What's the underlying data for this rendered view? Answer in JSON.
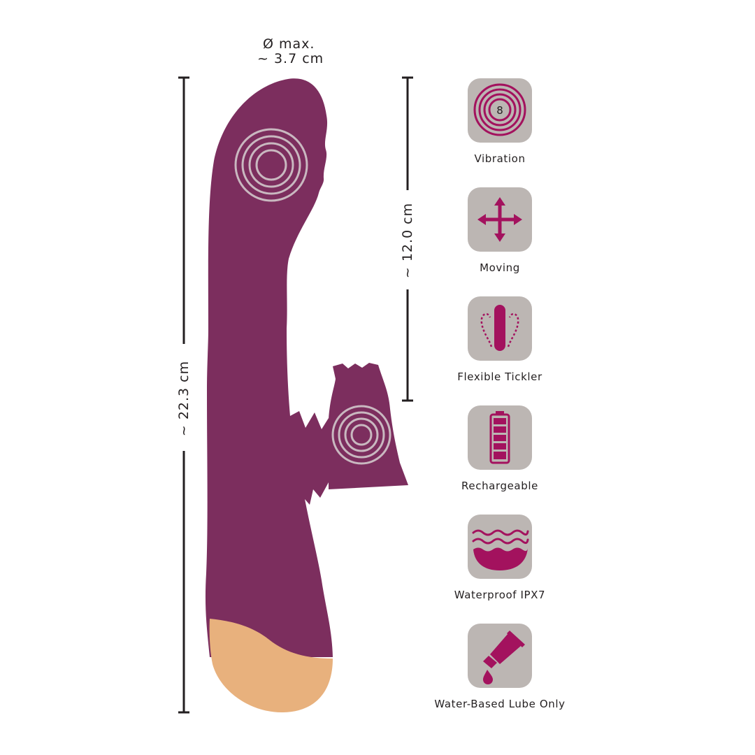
{
  "dimensions": {
    "diameter_line1": "Ø max.",
    "diameter_line2": "~  3.7 cm",
    "total_length": "~ 22.3 cm",
    "insertable_length": "~ 12.0 cm"
  },
  "features": [
    {
      "label": "Vibration",
      "icon": "vibration-rings-icon",
      "badge": "8"
    },
    {
      "label": "Moving",
      "icon": "four-way-arrows-icon"
    },
    {
      "label": "Flexible Tickler",
      "icon": "flexible-tickler-icon"
    },
    {
      "label": "Rechargeable",
      "icon": "battery-icon"
    },
    {
      "label": "Waterproof IPX7",
      "icon": "water-waves-icon"
    },
    {
      "label": "Water-Based Lube Only",
      "icon": "lube-tube-icon"
    }
  ],
  "colors": {
    "body": "#7c2e5e",
    "base": "#e8b17d",
    "tile": "#bcb6b3",
    "icon": "#a3125e",
    "ring": "#c9b8c0",
    "line": "#231f20"
  }
}
